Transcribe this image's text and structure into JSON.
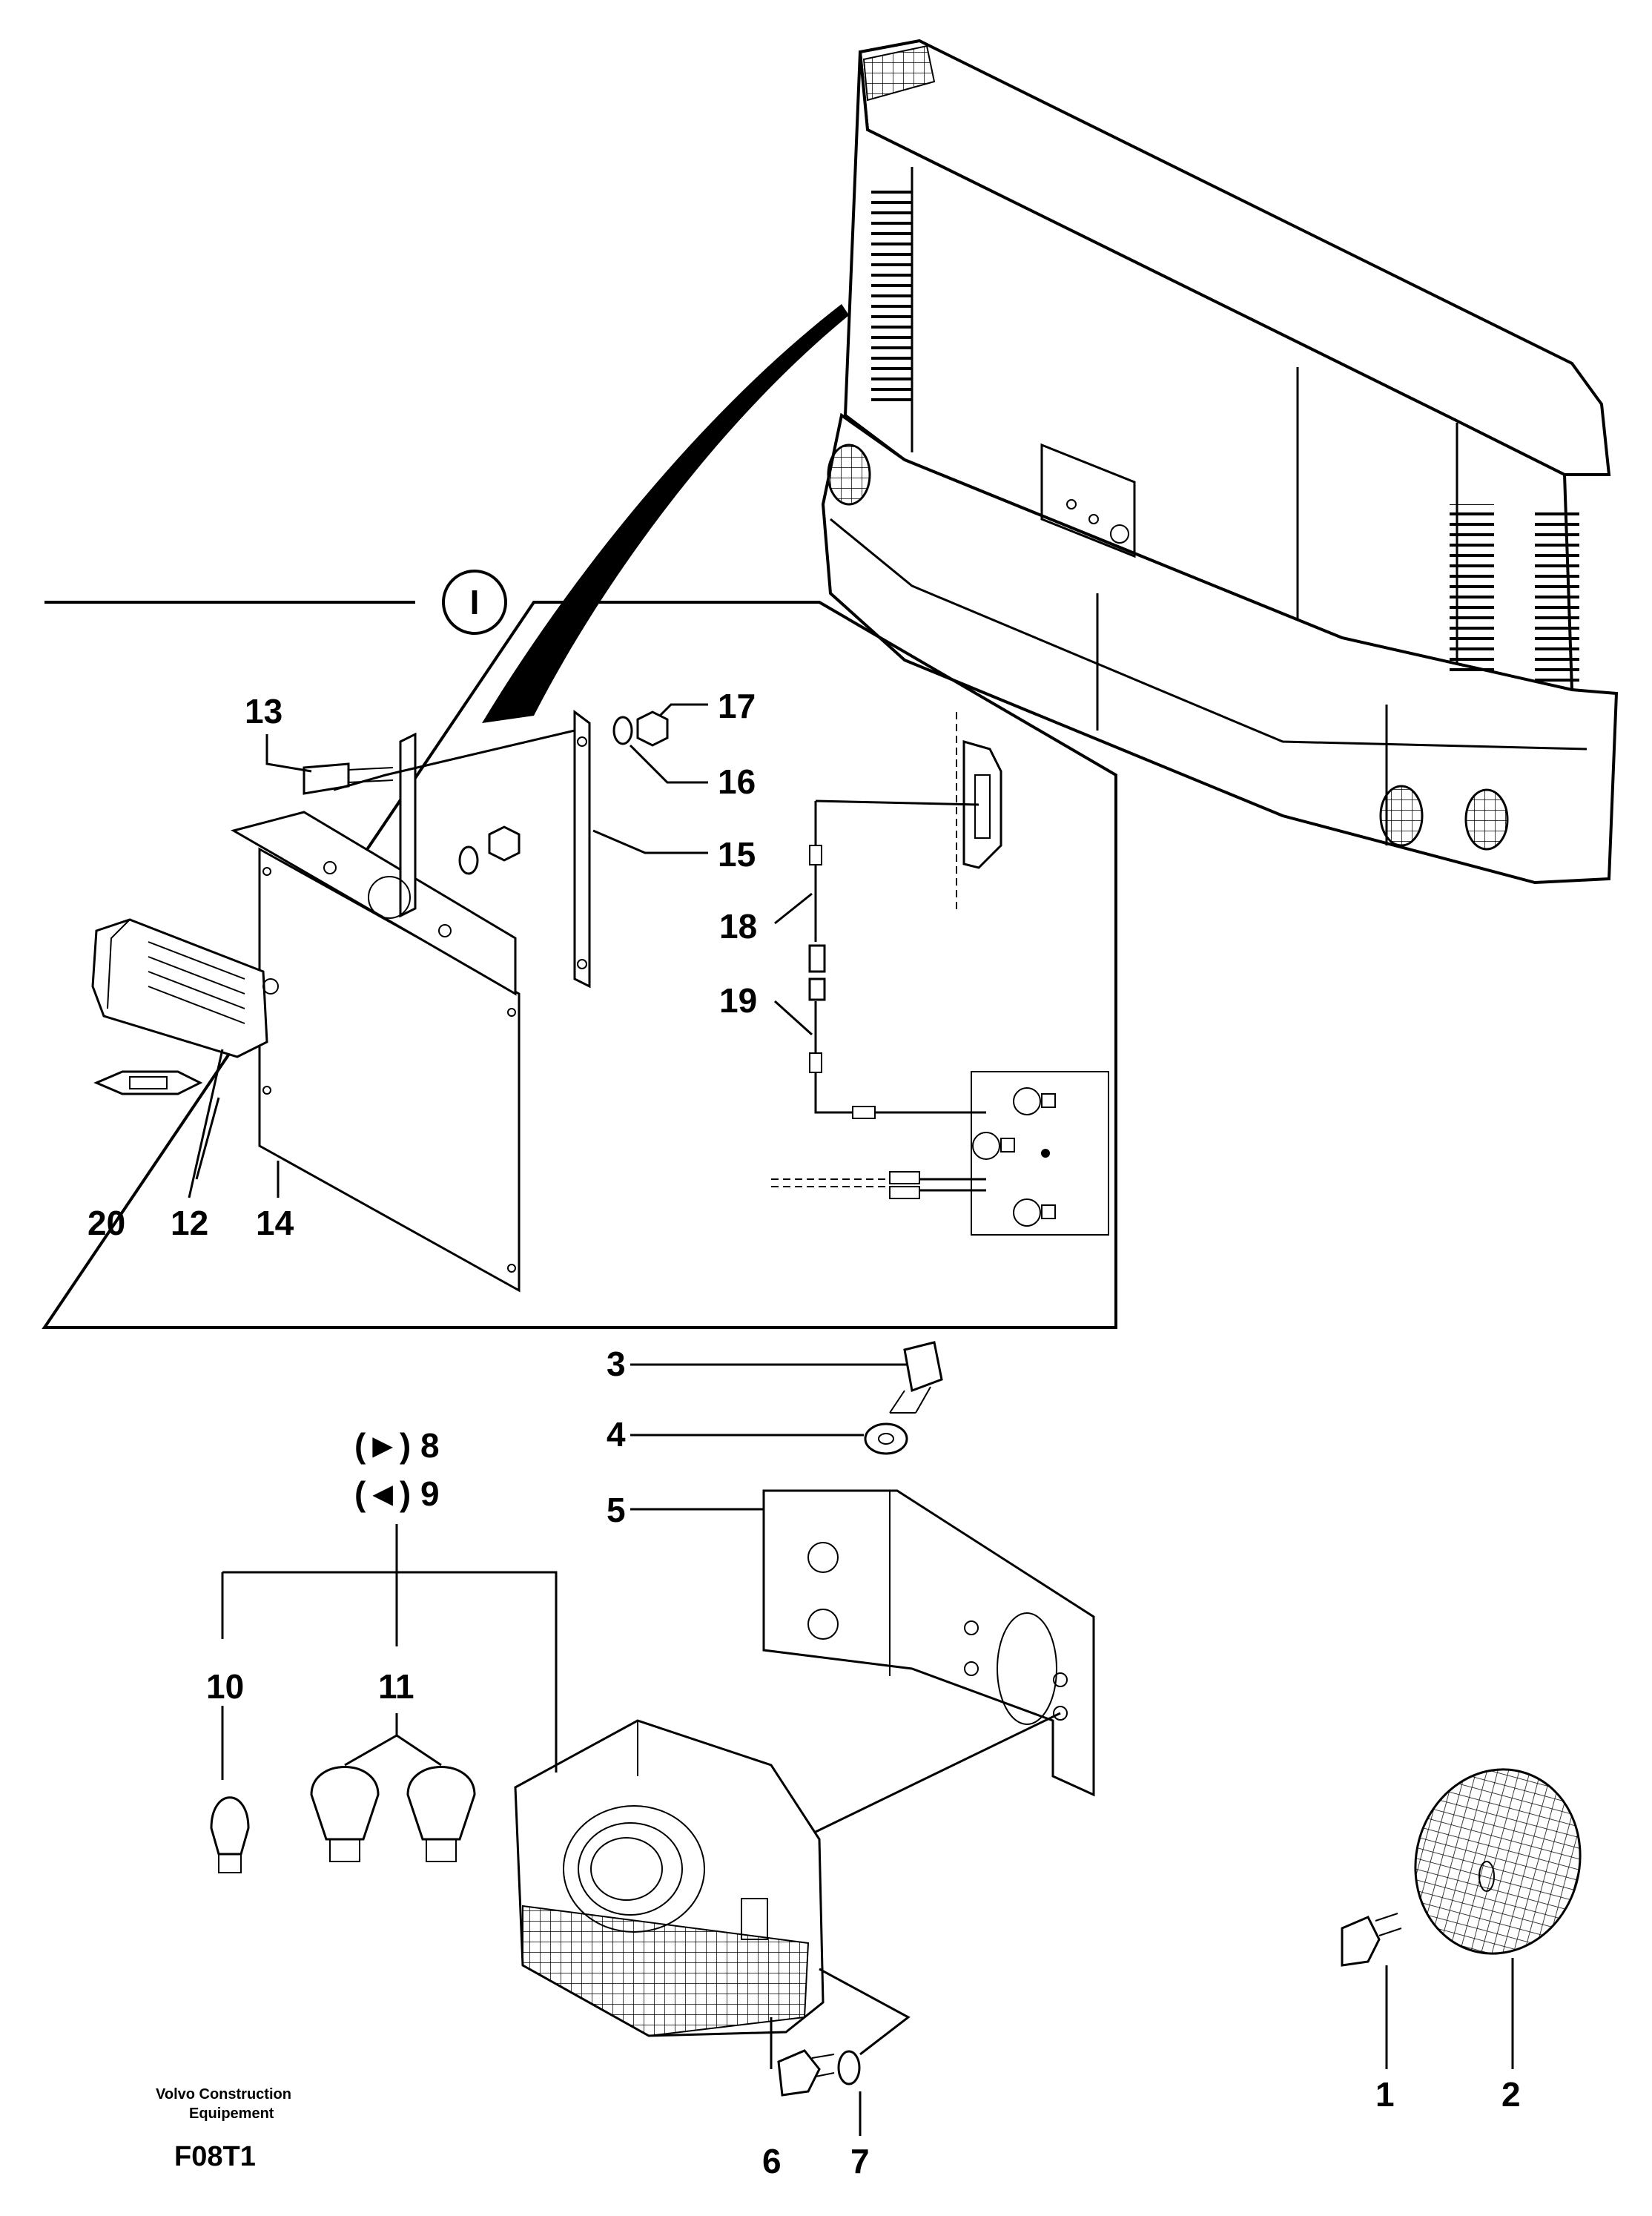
{
  "detail_marker": "I",
  "callouts": {
    "c1": "1",
    "c2": "2",
    "c3": "3",
    "c4": "4",
    "c5": "5",
    "c6": "6",
    "c7": "7",
    "c8": "(►) 8",
    "c9": "(◄) 9",
    "c10": "10",
    "c11": "11",
    "c12": "12",
    "c13": "13",
    "c14": "14",
    "c15": "15",
    "c16": "16",
    "c17": "17",
    "c18": "18",
    "c19": "19",
    "c20": "20"
  },
  "brand_line1": "Volvo Construction",
  "brand_line2": "Equipement",
  "figure_code": "F08T1"
}
